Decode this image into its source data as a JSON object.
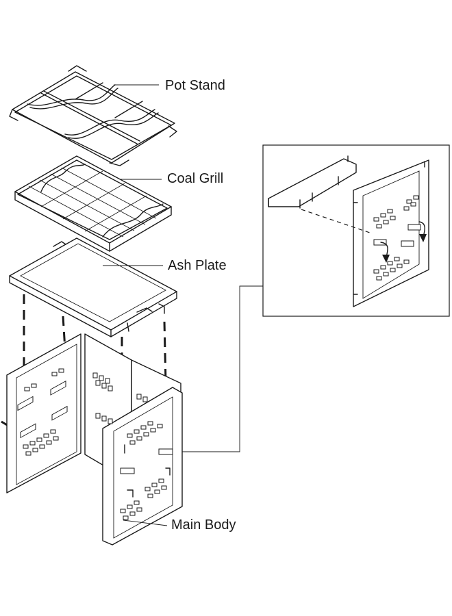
{
  "labels": {
    "pot_stand": "Pot Stand",
    "coal_grill": "Coal Grill",
    "ash_plate": "Ash Plate",
    "main_body": "Main Body"
  },
  "colors": {
    "line": "#1a1a1a",
    "background": "#ffffff"
  }
}
